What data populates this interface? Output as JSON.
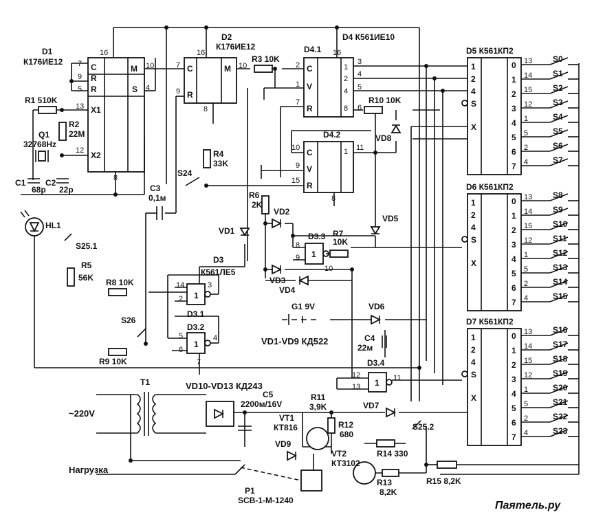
{
  "components": {
    "d1": {
      "name": "D1",
      "type": "К176ИЕ12"
    },
    "d2": {
      "name": "D2",
      "type": "К176ИЕ12"
    },
    "d4": {
      "name": "D4 К561ИЕ10"
    },
    "d41": "D4.1",
    "d42": "D4.2",
    "d3": {
      "name": "D3",
      "type": "К561ЛЕ5"
    },
    "d31": "D3.1",
    "d32": "D3.2",
    "d33": "D3.3",
    "d34": "D3.4",
    "d5": "D5 К561КП2",
    "d6": "D6 К561КП2",
    "d7": "D7 К561КП2",
    "r1": "R1 510K",
    "r2": "R2",
    "r2v": "22M",
    "q1": "Q1",
    "q1v": "32768Hz",
    "c1": "C1",
    "c1v": "68p",
    "c2": "C2",
    "c2v": "22p",
    "r3": "R3 10K",
    "r4": "R4",
    "r4v": "33K",
    "s24": "S24",
    "c3": "C3",
    "c3v": "0,1м",
    "r6": "R6",
    "r6v": "2K",
    "vd1": "VD1",
    "vd2": "VD2",
    "vd3": "VD3",
    "vd4": "VD4",
    "vd5": "VD5",
    "vd6": "VD6",
    "vd7": "VD7",
    "vd8": "VD8",
    "vd9": "VD9",
    "r7": "R7",
    "r7v": "10K",
    "r10": "R10 10K",
    "hl1": "HL1",
    "s251": "S25.1",
    "s252": "S25.2",
    "s26": "S26",
    "r5": "R5",
    "r5v": "56K",
    "r8": "R8 10K",
    "r9": "R9 10K",
    "g1": "G1 9V",
    "c4": "C4",
    "c4v": "22м",
    "diodes1": "VD1-VD9 КД522",
    "diodes2": "VD10-VD13 КД243",
    "t1": "T1",
    "mains": "~220V",
    "load": "Нагрузка",
    "c5": "C5",
    "c5v": "2200м/16V",
    "r11": "R11",
    "r11v": "3,9K",
    "vt1": "VT1",
    "vt1v": "КТ816",
    "r12": "R12",
    "r12v": "680",
    "vt2": "VT2",
    "vt2v": "КТ3102",
    "r14": "R14 330",
    "r13": "R13",
    "r13v": "8,2K",
    "r15": "R15 8,2K",
    "p1": "P1",
    "p1v": "SCB-1-M-1240"
  },
  "switches": [
    "S0",
    "S1",
    "S2",
    "S3",
    "S4",
    "S5",
    "S6",
    "S7",
    "S8",
    "S9",
    "S10",
    "S11",
    "S12",
    "S13",
    "S14",
    "S15",
    "S16",
    "S17",
    "S18",
    "S19",
    "S20",
    "S21",
    "S22",
    "S23"
  ],
  "mux_in_pins": [
    "13",
    "14",
    "15",
    "12",
    "1",
    "5",
    "2",
    "4"
  ],
  "mux_out_labels": [
    "0",
    "1",
    "2",
    "3",
    "4",
    "5",
    "6",
    "7"
  ],
  "watermark": "Паятель.ру"
}
